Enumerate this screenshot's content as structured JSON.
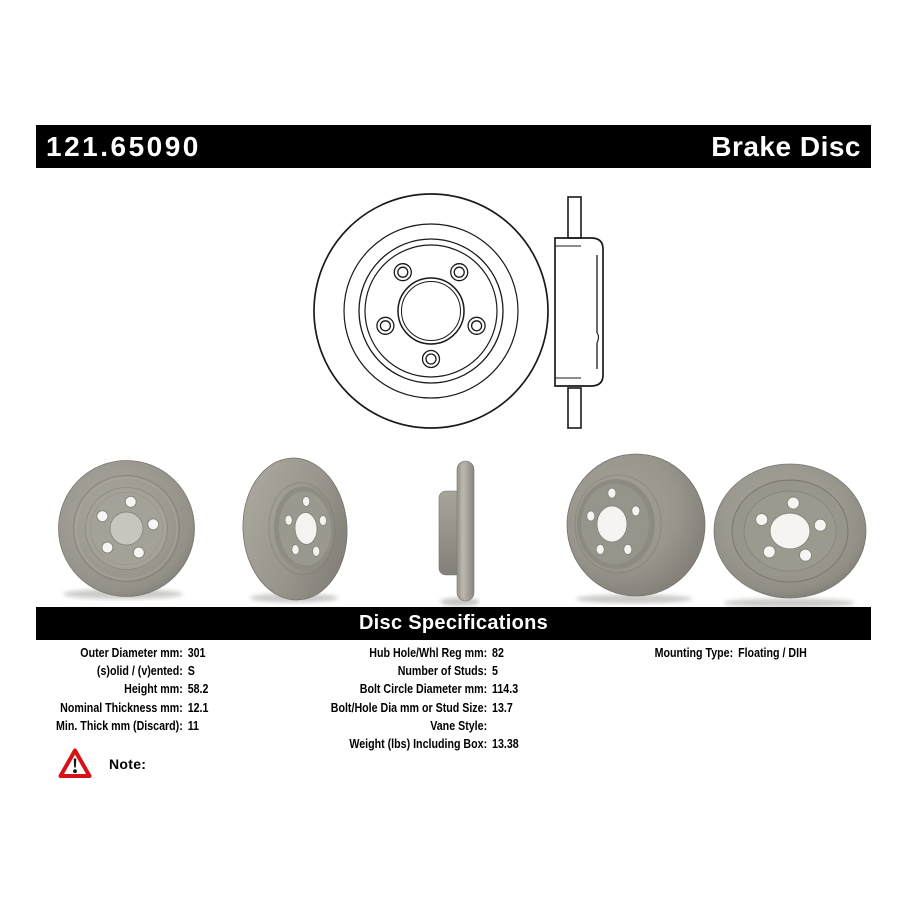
{
  "header": {
    "part_number": "121.65090",
    "product_name": "Brake Disc"
  },
  "spec_section": {
    "title": "Disc Specifications"
  },
  "specs": {
    "left": [
      {
        "label": "Outer Diameter mm:",
        "value": "301"
      },
      {
        "label": "(s)olid / (v)ented:",
        "value": "S"
      },
      {
        "label": "Height mm:",
        "value": "58.2"
      },
      {
        "label": "Nominal Thickness mm:",
        "value": "12.1"
      },
      {
        "label": "Min. Thick mm (Discard):",
        "value": "11"
      }
    ],
    "middle": [
      {
        "label": "Hub Hole/Whl Reg mm:",
        "value": "82"
      },
      {
        "label": "Number of Studs:",
        "value": "5"
      },
      {
        "label": "Bolt Circle Diameter mm:",
        "value": "114.3"
      },
      {
        "label": "Bolt/Hole Dia mm or Stud Size:",
        "value": "13.7"
      },
      {
        "label": "Vane Style:",
        "value": ""
      },
      {
        "label": "Weight (lbs) Including Box:",
        "value": "13.38"
      }
    ],
    "right": [
      {
        "label": "Mounting Type:",
        "value": "Floating / DIH"
      }
    ]
  },
  "note": {
    "label": "Note:",
    "icon": "warning-triangle-icon"
  },
  "images": {
    "drawing": "technical-line-drawing-front-and-side-view",
    "photos": [
      "disc front view",
      "disc angled front view",
      "disc edge profile view",
      "disc angled rear view",
      "disc rear view"
    ]
  },
  "colors": {
    "bar_background": "#000000",
    "bar_text": "#ffffff",
    "warning_red": "#d41217",
    "disc_gray": "#9c9990",
    "line_black": "#1a1a1a"
  }
}
